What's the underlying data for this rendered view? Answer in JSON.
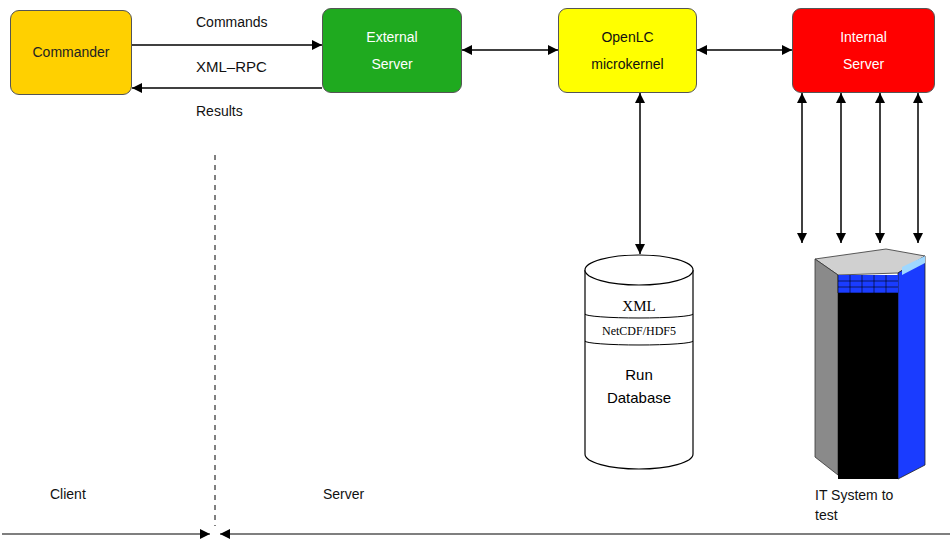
{
  "diagram": {
    "nodes": [
      {
        "text": [
          "Commander"
        ]
      },
      {
        "text": [
          "External Server"
        ]
      },
      {
        "text": [
          "OpenLC microkernel"
        ]
      },
      {
        "text": [
          "Internal Server"
        ]
      },
      {
        "text": [
          "XML",
          "NetCDF/HDF5",
          "Run Database"
        ]
      },
      {
        "text": [
          "IT System to test"
        ]
      }
    ],
    "edges": [
      {
        "from": 0,
        "to": 1,
        "arrow": "to",
        "label": "Commands"
      },
      {
        "from": 1,
        "to": 0,
        "arrow": "to",
        "label": "Results"
      },
      {
        "from": 1,
        "to": 2,
        "arrow": "both"
      },
      {
        "from": 2,
        "to": 3,
        "arrow": "both"
      },
      {
        "from": 2,
        "to": 4,
        "arrow": "both"
      },
      {
        "from": 3,
        "to": 5,
        "arrow": "both"
      },
      {
        "from": 3,
        "to": 5,
        "arrow": "both"
      },
      {
        "from": 3,
        "to": 5,
        "arrow": "both"
      },
      {
        "from": 3,
        "to": 5,
        "arrow": "both"
      }
    ],
    "labels": [
      "XML–RPC",
      "Client",
      "Server"
    ]
  }
}
